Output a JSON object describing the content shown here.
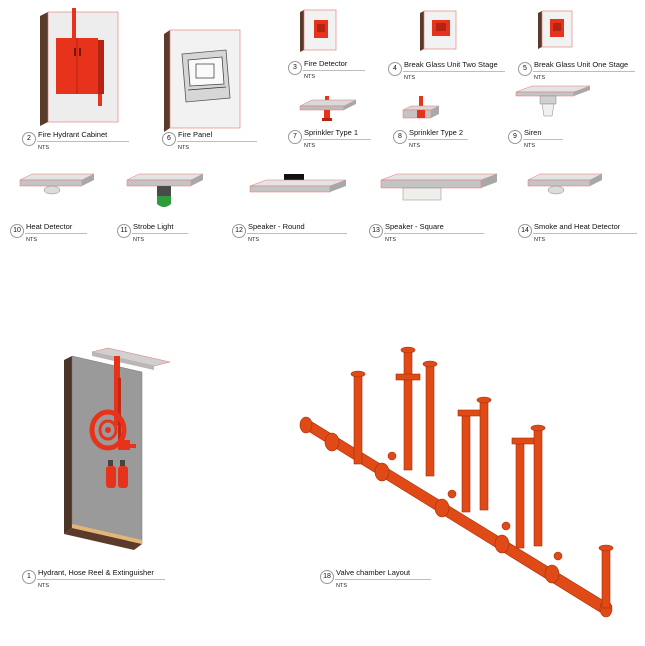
{
  "views": [
    {
      "number": "2",
      "label": "Fire Hydrant Cabinet",
      "scale": "NTS"
    },
    {
      "number": "6",
      "label": "Fire Panel",
      "scale": "NTS"
    },
    {
      "number": "3",
      "label": "Fire Detector",
      "scale": "NTS"
    },
    {
      "number": "4",
      "label": "Break Glass Unit Two Stage",
      "scale": "NTS"
    },
    {
      "number": "5",
      "label": "Break Glass Unit One Stage",
      "scale": "NTS"
    },
    {
      "number": "7",
      "label": "Sprinkler Type 1",
      "scale": "NTS"
    },
    {
      "number": "8",
      "label": "Sprinkler Type 2",
      "scale": "NTS"
    },
    {
      "number": "9",
      "label": "Siren",
      "scale": "NTS"
    },
    {
      "number": "10",
      "label": "Heat Detector",
      "scale": "NTS"
    },
    {
      "number": "11",
      "label": "Strobe Light",
      "scale": "NTS"
    },
    {
      "number": "12",
      "label": "Speaker - Round",
      "scale": "NTS"
    },
    {
      "number": "13",
      "label": "Speaker - Square",
      "scale": "NTS"
    },
    {
      "number": "14",
      "label": "Smoke and Heat Detector",
      "scale": "NTS"
    },
    {
      "number": "1",
      "label": "Hydrant, Hose Reel & Extinguisher",
      "scale": "NTS"
    },
    {
      "number": "18",
      "label": "Valve chamber Layout",
      "scale": "NTS"
    }
  ],
  "colors": {
    "equipment": "#e8331c",
    "pipe": "#e04a16",
    "slab": "#c8c8c8",
    "wall": "#8a8a8a",
    "floor": "#e3b678",
    "outline": "#e57373"
  }
}
